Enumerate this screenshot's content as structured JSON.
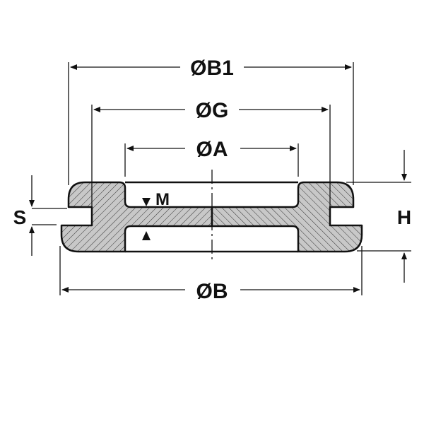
{
  "diagram": {
    "title": "Grommet cross-section dimensions",
    "labels": {
      "b1": "ØB1",
      "g": "ØG",
      "a": "ØA",
      "b": "ØB",
      "s": "S",
      "h": "H",
      "m": "M"
    },
    "colors": {
      "fill": "#c8c8c8",
      "line": "#111111"
    }
  }
}
